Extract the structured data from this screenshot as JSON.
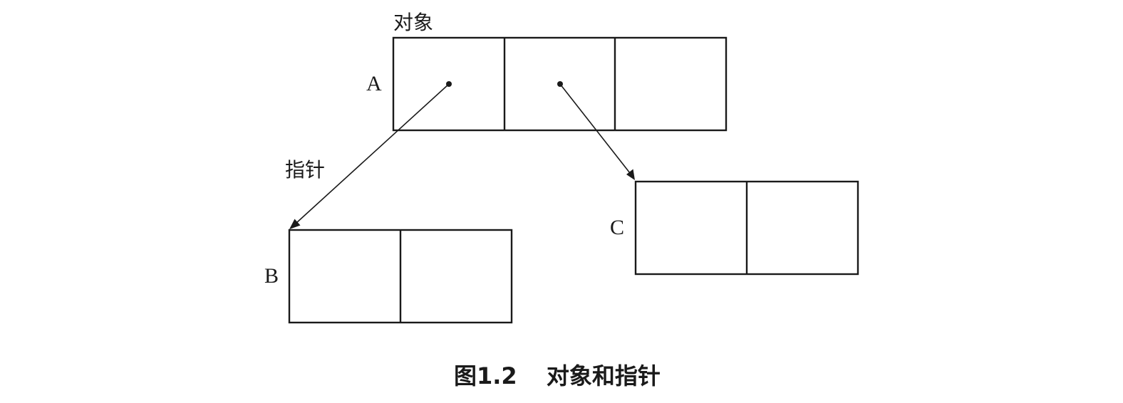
{
  "diagram": {
    "objects": [
      {
        "id": "A",
        "label": "A",
        "cells": 3
      },
      {
        "id": "B",
        "label": "B",
        "cells": 2
      },
      {
        "id": "C",
        "label": "C",
        "cells": 2
      }
    ],
    "pointers": [
      {
        "from_object": "A",
        "from_cell": 1,
        "to_object": "B"
      },
      {
        "from_object": "A",
        "from_cell": 2,
        "to_object": "C"
      }
    ],
    "object_label": "对象",
    "pointer_label": "指针"
  },
  "caption": {
    "number": "图1.2",
    "title": "对象和指针"
  }
}
